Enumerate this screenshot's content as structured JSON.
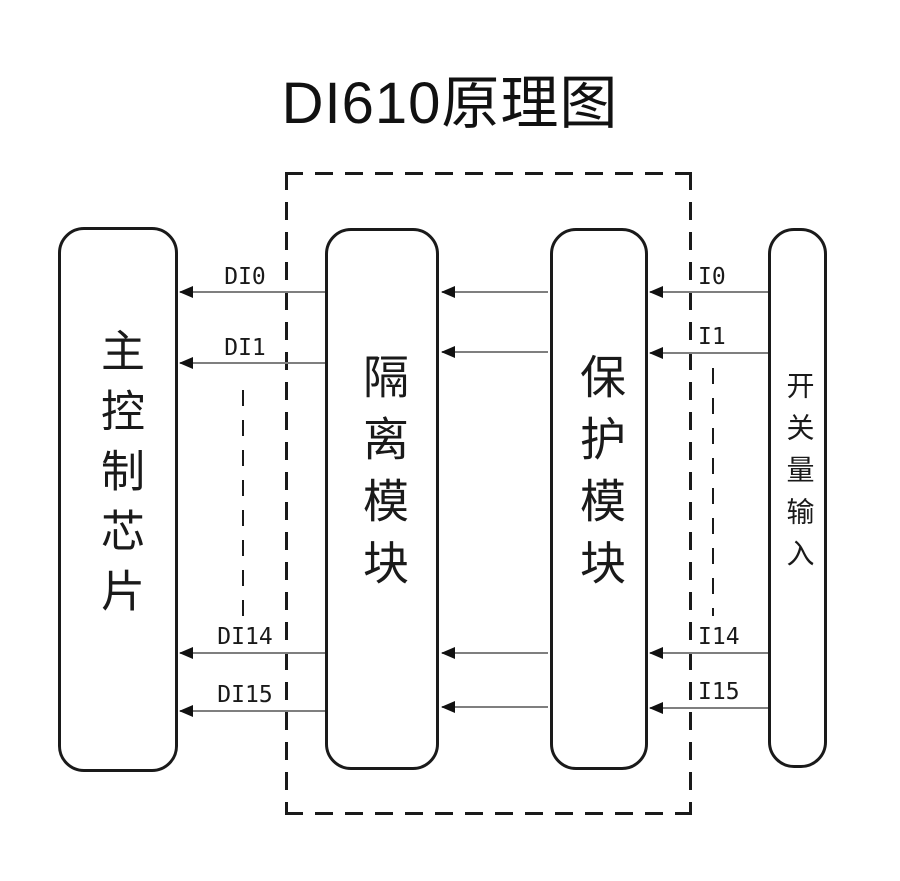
{
  "title": "DI610原理图",
  "modules": {
    "main_chip": "主控制芯片",
    "isolation": "隔离模块",
    "protection": "保护模块",
    "switch_input": "开关量输入"
  },
  "signals": {
    "di": [
      "DI0",
      "DI1",
      "DI14",
      "DI15"
    ],
    "i": [
      "I0",
      "I1",
      "I14",
      "I15"
    ]
  },
  "colors": {
    "ink": "#1a1a1a",
    "arrow_shaft": "#7f7f7f",
    "arrow_head": "#111111",
    "background": "#ffffff"
  }
}
